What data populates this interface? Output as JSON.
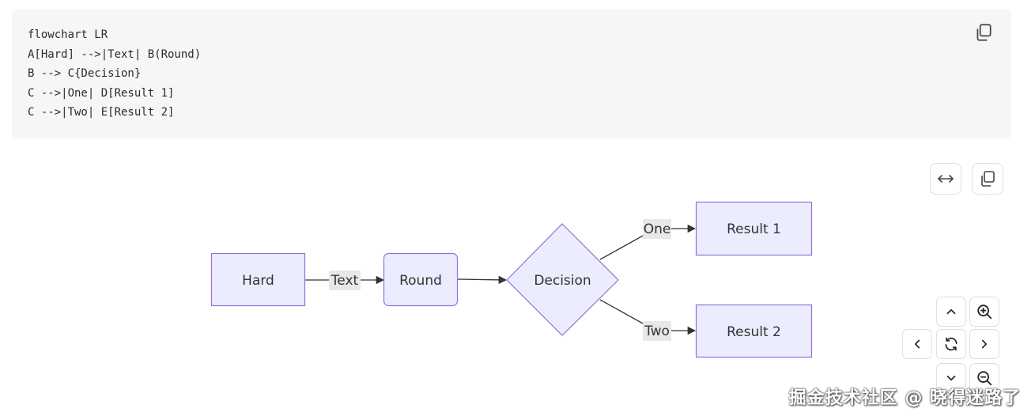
{
  "code": {
    "lines": [
      "flowchart LR",
      "A[Hard] -->|Text| B(Round)",
      "B --> C{Decision}",
      "C -->|One| D[Result 1]",
      "C -->|Two| E[Result 2]"
    ],
    "copy_icon": "copy-icon"
  },
  "toolbar": {
    "fit_icon": "horizontal-arrows-icon",
    "copy_icon": "copy-icon"
  },
  "diagram": {
    "nodes": {
      "a": "Hard",
      "b": "Round",
      "c": "Decision",
      "d": "Result 1",
      "e": "Result 2"
    },
    "edges": {
      "a_b": "Text",
      "c_d": "One",
      "c_e": "Two"
    },
    "colors": {
      "node_fill": "#ECECFF",
      "node_stroke": "#9370DB",
      "edge": "#333333",
      "edge_label_bg": "#e8e8e8"
    }
  },
  "nav": {
    "up_icon": "chevron-up-icon",
    "down_icon": "chevron-down-icon",
    "left_icon": "chevron-left-icon",
    "right_icon": "chevron-right-icon",
    "reset_icon": "reset-icon",
    "zoom_in_icon": "zoom-in-icon",
    "zoom_out_icon": "zoom-out-icon"
  },
  "watermark": "掘金技术社区 @ 晓得迷路了"
}
